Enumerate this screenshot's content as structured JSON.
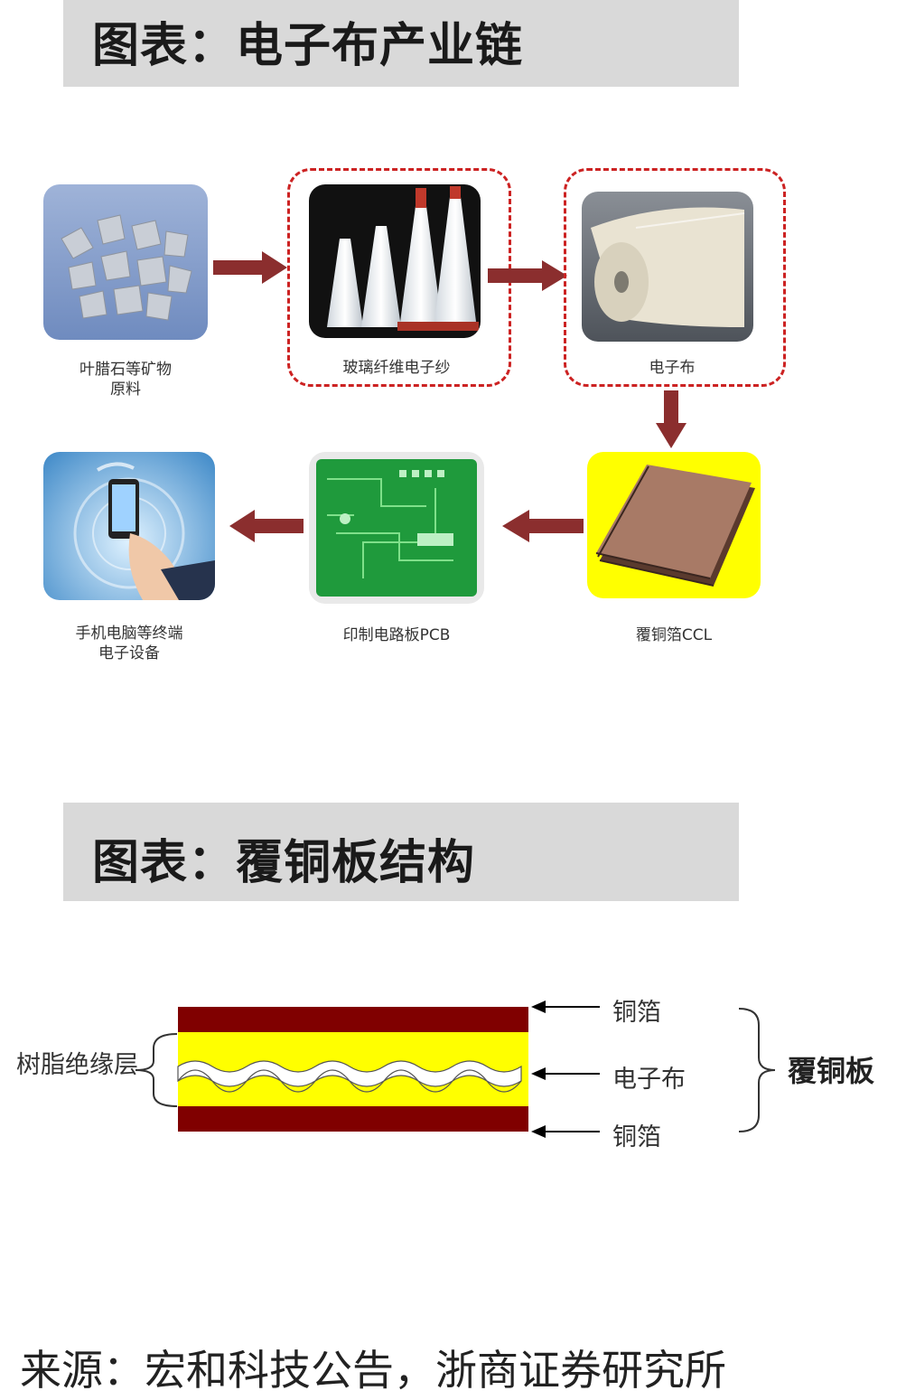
{
  "section1": {
    "title": "图表：电子布产业链",
    "steps": [
      {
        "label_lines": [
          "叶腊石等矿物",
          "原料"
        ],
        "icon": "mineral-rocks"
      },
      {
        "label_lines": [
          "玻璃纤维电子纱"
        ],
        "icon": "glass-fiber-yarn-spools"
      },
      {
        "label_lines": [
          "电子布"
        ],
        "icon": "electronic-cloth-roll"
      },
      {
        "label_lines": [
          "覆铜箔CCL"
        ],
        "icon": "copper-clad-laminate"
      },
      {
        "label_lines": [
          "印制电路板PCB"
        ],
        "icon": "printed-circuit-board"
      },
      {
        "label_lines": [
          "手机电脑等终端",
          "电子设备"
        ],
        "icon": "smartphone-in-hand"
      }
    ],
    "colors": {
      "arrow": "#8b2e2e",
      "highlight_border": "#cc2222"
    }
  },
  "section2": {
    "title": "图表：覆铜板结构",
    "left_label": "树脂绝缘层",
    "layer_labels": {
      "top": "铜箔",
      "middle": "电子布",
      "bottom": "铜箔"
    },
    "group_label": "覆铜板",
    "colors": {
      "copper": "#800000",
      "resin": "#ffff00"
    }
  },
  "source": "来源：宏和科技公告，浙商证券研究所"
}
